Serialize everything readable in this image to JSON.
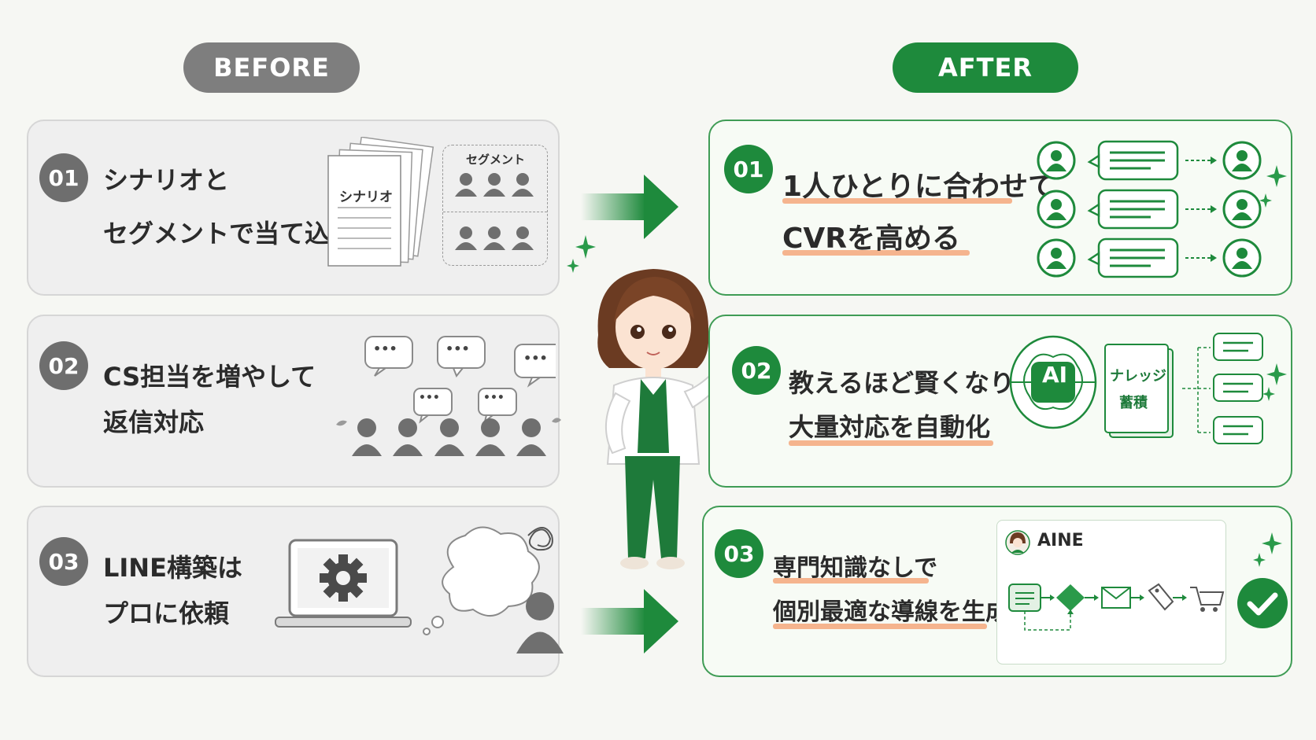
{
  "header": {
    "before_label": "BEFORE",
    "after_label": "AFTER"
  },
  "before": [
    {
      "num": "01",
      "line1": "シナリオと",
      "line2": "セグメントで当て込む",
      "doc_label": "シナリオ",
      "segment_label": "セグメント"
    },
    {
      "num": "02",
      "line1": "CS担当を増やして",
      "line2": "返信対応",
      "bubble_text": "•••"
    },
    {
      "num": "03",
      "line1": "LINE構築は",
      "line2": "プロに依頼"
    }
  ],
  "after": [
    {
      "num": "01",
      "line1": "1人ひとりに合わせて",
      "line2": "CVRを高める"
    },
    {
      "num": "02",
      "line1": "教えるほど賢くなり",
      "line2": "大量対応を自動化",
      "ai_label": "AI",
      "book_line1": "ナレッジ",
      "book_line2": "蓄積"
    },
    {
      "num": "03",
      "line1": "専門知識なしで",
      "line2": "個別最適な導線を生成",
      "brand_label": "AINE"
    }
  ],
  "colors": {
    "green": "#1e8a3c",
    "gray": "#7e7e7e",
    "highlight": "#f5b48e"
  }
}
